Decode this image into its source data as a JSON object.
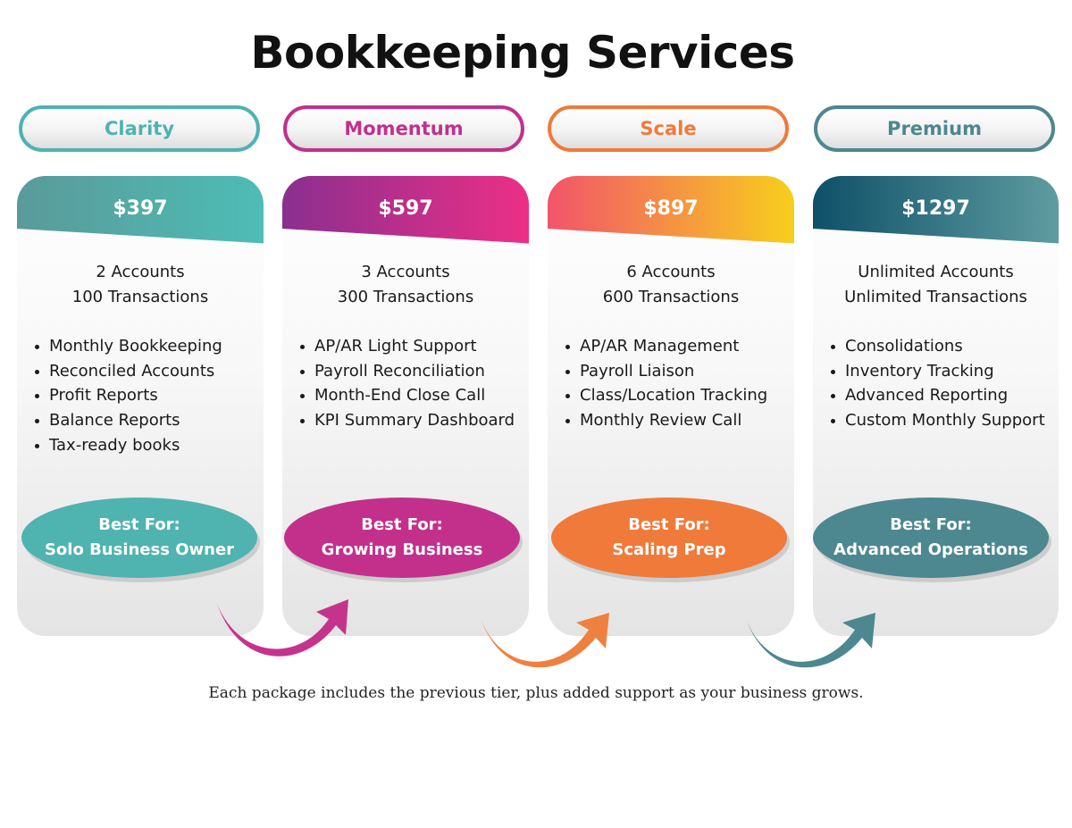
{
  "title": "Bookkeeping Services",
  "tiers": [
    {
      "name": "Clarity",
      "price": "$397",
      "accounts": "2 Accounts",
      "transactions": "100 Transactions",
      "features": [
        "Monthly Bookkeeping",
        "Reconciled Accounts",
        "Profit Reports",
        "Balance Reports",
        "Tax-ready books"
      ],
      "best_for_label": "Best For:",
      "best_for": "Solo Business Owner",
      "colors": {
        "primary": "#4fb3b0",
        "band_start": "#5a9a9a",
        "band_end": "#4dbdb5"
      }
    },
    {
      "name": "Momentum",
      "price": "$597",
      "accounts": "3 Accounts",
      "transactions": "300 Transactions",
      "features": [
        "AP/AR Light Support",
        "Payroll Reconciliation",
        "Month-End Close Call",
        "KPI Summary Dashboard"
      ],
      "best_for_label": "Best For:",
      "best_for": "Growing Business",
      "colors": {
        "primary": "#c2308c",
        "band_start": "#8a2f8f",
        "band_end": "#ec2f86"
      }
    },
    {
      "name": "Scale",
      "price": "$897",
      "accounts": "6 Accounts",
      "transactions": "600 Transactions",
      "features": [
        "AP/AR Management",
        "Payroll Liaison",
        "Class/Location Tracking",
        "Monthly Review Call"
      ],
      "best_for_label": "Best For:",
      "best_for": "Scaling Prep",
      "colors": {
        "primary": "#ef7a3a",
        "band_start": "#f2546a",
        "band_end": "#f7cf1c"
      }
    },
    {
      "name": "Premium",
      "price": "$1297",
      "accounts": "Unlimited Accounts",
      "transactions": "Unlimited Transactions",
      "features": [
        "Consolidations",
        "Inventory Tracking",
        "Advanced Reporting",
        "Custom Monthly Support"
      ],
      "best_for_label": "Best For:",
      "best_for": "Advanced Operations",
      "colors": {
        "primary": "#4d8790",
        "band_start": "#0e5068",
        "band_end": "#5e9ca0"
      }
    }
  ],
  "footnote": "Each package includes the previous tier, plus added support as your business grows.",
  "arrow_colors": [
    "#c4348c",
    "#ee8140",
    "#4d8790"
  ]
}
